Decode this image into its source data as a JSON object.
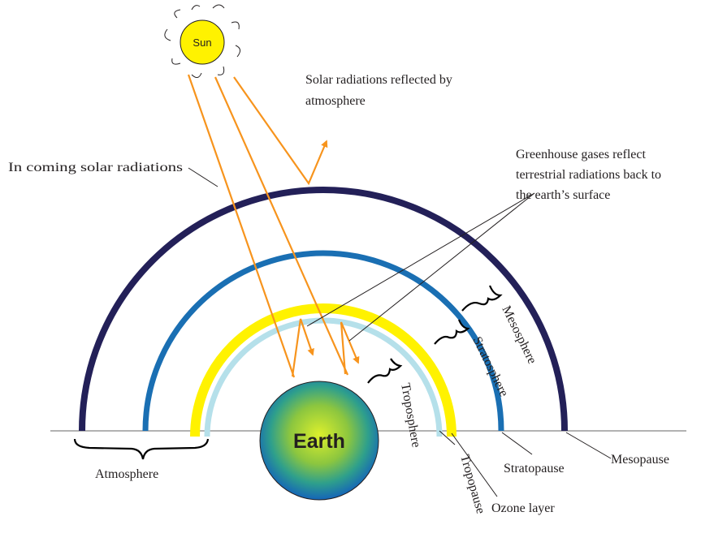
{
  "colors": {
    "mesosphere_arc": "#232058",
    "stratosphere_arc": "#1a6fb3",
    "ozone_arc": "#fff200",
    "troposphere_arc": "#b5e0ea",
    "sun": "#fff200",
    "ray": "#f7941d",
    "earth_center": "#d7ef2a",
    "earth_edge": "#1565b8",
    "text": "#231f20"
  },
  "sun": {
    "label": "Sun",
    "icon": "sun-icon"
  },
  "earth": {
    "label": "Earth",
    "icon": "earth-globe"
  },
  "labels": {
    "reflected": {
      "line1": "Solar radiations reflected by",
      "line2": "atmosphere"
    },
    "incoming": "In coming solar radiations",
    "greenhouse": {
      "line1": "Greenhouse gases reflect",
      "line2": "terrestrial radiations back to",
      "line3": "the earth’s surface"
    },
    "mesosphere": "Mesosphere",
    "stratosphere": "Stratosphere",
    "troposphere": "Troposphere",
    "tropopause": "Tropopause",
    "ozone_layer": "Ozone layer",
    "stratopause": "Stratopause",
    "mesopause": "Mesopause",
    "atmosphere": "Atmosphere"
  }
}
